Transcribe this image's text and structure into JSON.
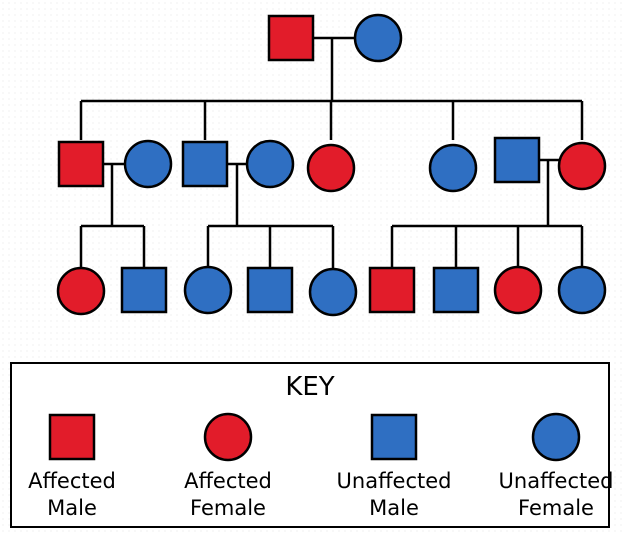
{
  "colors": {
    "affected": "#e21c2a",
    "unaffected": "#2f6fc2",
    "stroke": "#000000"
  },
  "pedigree": {
    "generation1": [
      {
        "sex": "male",
        "affected": true
      },
      {
        "sex": "female",
        "affected": false
      }
    ],
    "generation2": [
      {
        "sex": "male",
        "affected": true
      },
      {
        "sex": "female",
        "affected": false
      },
      {
        "sex": "male",
        "affected": false
      },
      {
        "sex": "female",
        "affected": false
      },
      {
        "sex": "female",
        "affected": true
      },
      {
        "sex": "female",
        "affected": false
      },
      {
        "sex": "male",
        "affected": false
      },
      {
        "sex": "female",
        "affected": true
      }
    ],
    "generation3": [
      {
        "sex": "female",
        "affected": true
      },
      {
        "sex": "male",
        "affected": false
      },
      {
        "sex": "female",
        "affected": false
      },
      {
        "sex": "male",
        "affected": false
      },
      {
        "sex": "female",
        "affected": false
      },
      {
        "sex": "male",
        "affected": true
      },
      {
        "sex": "male",
        "affected": false
      },
      {
        "sex": "female",
        "affected": true
      },
      {
        "sex": "female",
        "affected": false
      }
    ]
  },
  "key": {
    "title": "KEY",
    "items": [
      {
        "label": "Affected\nMale",
        "sex": "male",
        "affected": true
      },
      {
        "label": "Affected\nFemale",
        "sex": "female",
        "affected": true
      },
      {
        "label": "Unaffected\nMale",
        "sex": "male",
        "affected": false
      },
      {
        "label": "Unaffected\nFemale",
        "sex": "female",
        "affected": false
      }
    ]
  }
}
